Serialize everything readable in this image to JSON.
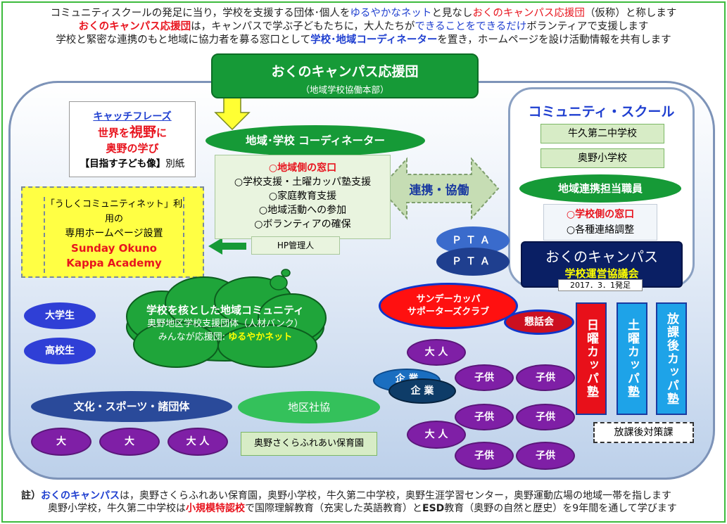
{
  "intro": {
    "l1_a": "コミュニティスクールの発足に当り，学校を支援する団体･個人を",
    "l1_b": "ゆるやかなネット",
    "l1_c": "と見なし",
    "l1_d": "おくのキャンパス応援団",
    "l1_e": "（仮称）と称します",
    "l2_a": "おくのキャンパス応援団",
    "l2_b": "は，キャンパスで学ぶ子どもたちに，大人たちが",
    "l2_c": "できることをできるだけ",
    "l2_d": "ボランティアで支援します",
    "l3_a": "学校と緊密な連携のもと地域に協力者を募る窓口として",
    "l3_b": "学校･地域コーディネーター",
    "l3_c": "を置き，ホームページを設け活動情報を共有します"
  },
  "header": {
    "title": "おくのキャンパス応援団",
    "subtitle": "（地域学校協働本部）"
  },
  "catchphrase": {
    "heading": "キャッチフレーズ",
    "line1_a": "世界を",
    "line1_b": "視野",
    "line1_c": "に",
    "line2": "奥野の学び",
    "line3_a": "【目指す子ども像】",
    "line3_b": "別紙"
  },
  "homepage": {
    "line1": "「うしくコミュニティネット」利用の",
    "line2": "専用ホームページ設置",
    "line3": "Sunday Okuno",
    "line4": "Kappa Academy"
  },
  "coordinator": {
    "title": "地域･学校 コーディネーター",
    "roles": [
      "○地域側の窓口",
      "○学校支援・土曜カッパ塾支援",
      "○家庭教育支援",
      "○地域活動への参加",
      "○ボランティアの確保"
    ],
    "hp_manager": "HP管理人"
  },
  "link_label": "連携・協働",
  "community_school": {
    "title": "コミュニティ・スクール",
    "schools": [
      "牛久第二中学校",
      "奥野小学校"
    ],
    "liaison": "地域連携担当職員",
    "window1": "○学校側の窓口",
    "window2": "○各種連絡調整",
    "council_title": "おくのキャンパス",
    "council_sub": "学校運営協議会",
    "council_date": "2017．3．1発足"
  },
  "pta": [
    "ＰＴＡ",
    "ＰＴＡ"
  ],
  "cloud": {
    "line1": "学校を核とした地域コミュニティ",
    "line2": "奥野地区学校支援団体（人材バンク）",
    "line3_a": "みんなが応援団: ",
    "line3_b": "ゆるやかネット"
  },
  "groups": {
    "university": "大学生",
    "highschool": "高校生",
    "culture": "文化・スポーツ・諸団体",
    "district": "地区社協",
    "nursery": "奥野さくらふれあい保育園",
    "adults_row": [
      "大",
      "大",
      "大 人"
    ],
    "sunday_line1": "サンデーカッパ",
    "sunday_line2": "サポーターズクラブ",
    "konwa": "懇話会",
    "adult_a": "大 人",
    "adult_b": "大 人",
    "kigyo1": "企 業",
    "kigyo2": "企 業",
    "kids": [
      "子供",
      "子供",
      "子供",
      "子供",
      "子供",
      "子供"
    ]
  },
  "juku": {
    "sunday": "日曜カッパ塾",
    "saturday": "土曜カッパ塾",
    "afterschool": "放課後カッパ塾",
    "afterschool_policy": "放課後対策課"
  },
  "footer": {
    "note": "註）",
    "l1_a": "おくのキャンパス",
    "l1_b": "は，奥野さくらふれあい保育園，奥野小学校，牛久第二中学校，奥野生涯学習センター，奥野運動広場の地域一帯を指します",
    "l2_a": "奥野小学校，牛久第二中学校は",
    "l2_b": "小規模特認校",
    "l2_c": "で国際理解教育（充実した英語教育）と",
    "l2_d": "ESD",
    "l2_e": "教育（奥野の自然と歴史）を9年間を通して学びます"
  },
  "colors": {
    "green": "#169a37",
    "navy": "#0a1f64",
    "red": "#e8141e",
    "blue": "#1f3fd0",
    "purple": "#7f1fa6"
  }
}
